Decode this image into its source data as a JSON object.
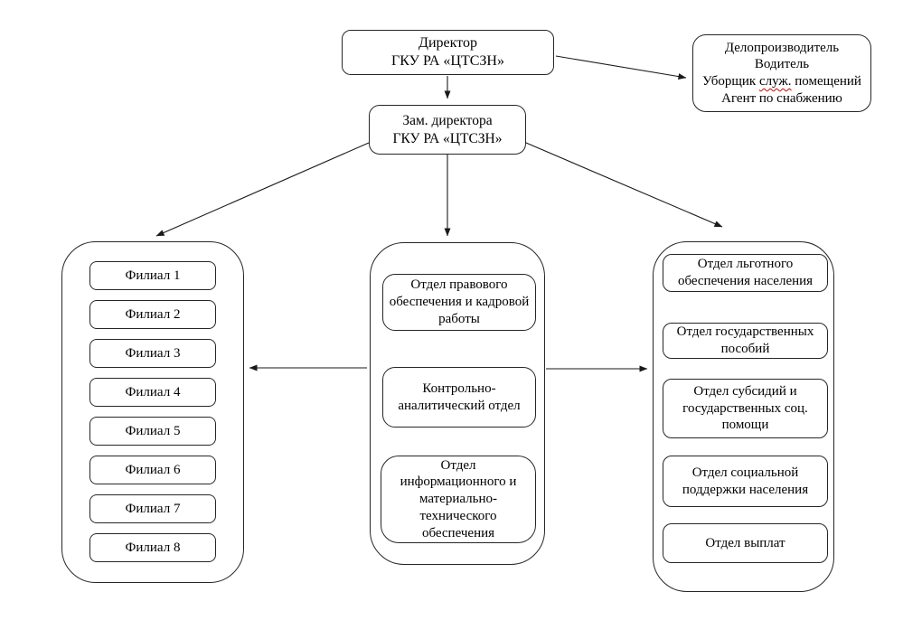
{
  "diagram": {
    "title_semantic": "Организационная структура ГКУ РА «ЦТСЗН»",
    "director_box": {
      "label": "Директор\nГКУ РА «ЦТСЗН»"
    },
    "deputy_box": {
      "label": "Зам. директора\nГКУ РА «ЦТСЗН»"
    },
    "staff_box": {
      "line1": "Делопроизводитель",
      "line2": "Водитель",
      "line3_before": "Уборщик ",
      "line3_misspelled": "служ.",
      "line3_after": " помещений",
      "line4": "Агент по снабжению"
    },
    "branches_group": {
      "items": [
        "Филиал 1",
        "Филиал 2",
        "Филиал 3",
        "Филиал 4",
        "Филиал 5",
        "Филиал 6",
        "Филиал 7",
        "Филиал 8"
      ]
    },
    "central_departments_group": {
      "items": [
        "Отдел правового\nобеспечения и кадровой\nработы",
        "Контрольно-\nаналитический отдел",
        "Отдел\nинформационного и\nматериально-\nтехнического\nобеспечения"
      ]
    },
    "social_departments_group": {
      "items": [
        "Отдел льготного\nобеспечения населения",
        "Отдел государственных\nпособий",
        "Отдел субсидий и\nгосударственных соц.\nпомощи",
        "Отдел социальной\nподдержки населения",
        "Отдел выплат"
      ]
    },
    "colors": {
      "line": "#1a1a1a",
      "border": "#262626",
      "spellcheck_underline": "#cc0000",
      "background": "#ffffff"
    }
  }
}
